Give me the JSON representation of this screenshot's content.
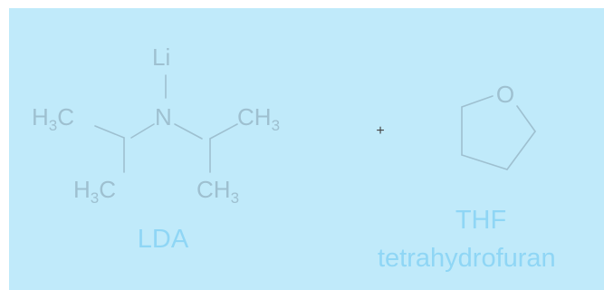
{
  "colors": {
    "page_background": "#ffffff",
    "panel_background": "#c0eafa",
    "structure": "#9ec0d0",
    "caption": "#8fd6f5",
    "plus": "#444444"
  },
  "lda": {
    "li": "Li",
    "n": "N",
    "h3c_top": {
      "main": "H",
      "sub": "3",
      "tail": "C"
    },
    "ch3_top": {
      "main": "CH",
      "sub": "3"
    },
    "h3c_bottom": {
      "main": "H",
      "sub": "3",
      "tail": "C"
    },
    "ch3_bottom": {
      "main": "CH",
      "sub": "3"
    },
    "caption": "LDA"
  },
  "plus": "+",
  "thf": {
    "o": "O",
    "caption": "THF",
    "subcaption": "tetrahydrofuran"
  }
}
